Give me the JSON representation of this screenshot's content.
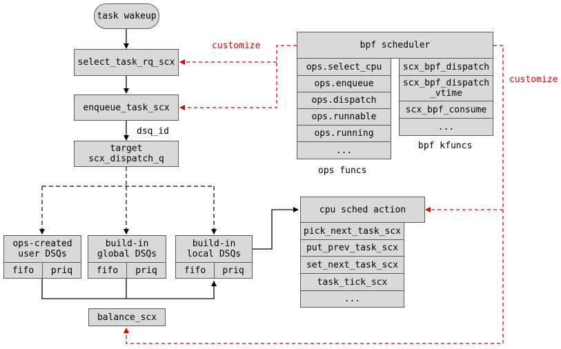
{
  "nodes": {
    "task_wakeup": "task wakeup",
    "select_task_rq": "select_task_rq_scx",
    "enqueue_task": "enqueue_task_scx",
    "target_dsq": "target\nscx_dispatch_q",
    "dsq_id": "dsq_id",
    "user_dsqs": "ops-created\nuser DSQs",
    "global_dsqs": "build-in\nglobal DSQs",
    "local_dsqs": "build-in\nlocal DSQs",
    "fifo": "fifo",
    "priq": "priq",
    "balance": "balance_scx"
  },
  "bpf_scheduler": {
    "title": "bpf scheduler",
    "ops": [
      "ops.select_cpu",
      "ops.enqueue",
      "ops.dispatch",
      "ops.runnable",
      "ops.running",
      "..."
    ],
    "ops_caption": "ops funcs",
    "kfuncs": [
      "scx_bpf_dispatch",
      "scx_bpf_dispatch\n_vtime",
      "scx_bpf_consume",
      "..."
    ],
    "kfuncs_caption": "bpf kfuncs"
  },
  "cpu_sched": {
    "title": "cpu sched action",
    "items": [
      "pick_next_task_scx",
      "put_prev_task_scx",
      "set_next_task_scx",
      "task_tick_scx",
      "..."
    ]
  },
  "customize_left": "customize",
  "customize_right": "customize",
  "colors": {
    "box_fill": "#d9d9d9",
    "border": "#595959",
    "custom_arrow": "#e00000"
  }
}
